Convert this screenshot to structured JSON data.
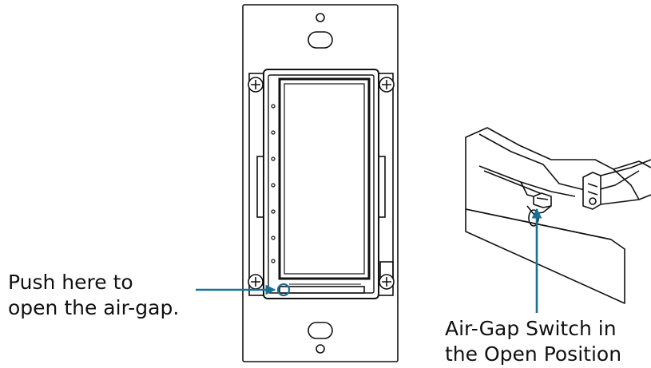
{
  "callouts": {
    "push_here": {
      "line1": "Push here to",
      "line2": "open the air-gap."
    },
    "air_gap_switch": {
      "line1": "Air-Gap Switch in",
      "line2": "the Open Position"
    }
  },
  "colors": {
    "arrow": "#1a6f93",
    "line_art": "#111111",
    "background": "#ffffff"
  },
  "icons": {
    "led_indicators": 7,
    "screws": 4
  }
}
